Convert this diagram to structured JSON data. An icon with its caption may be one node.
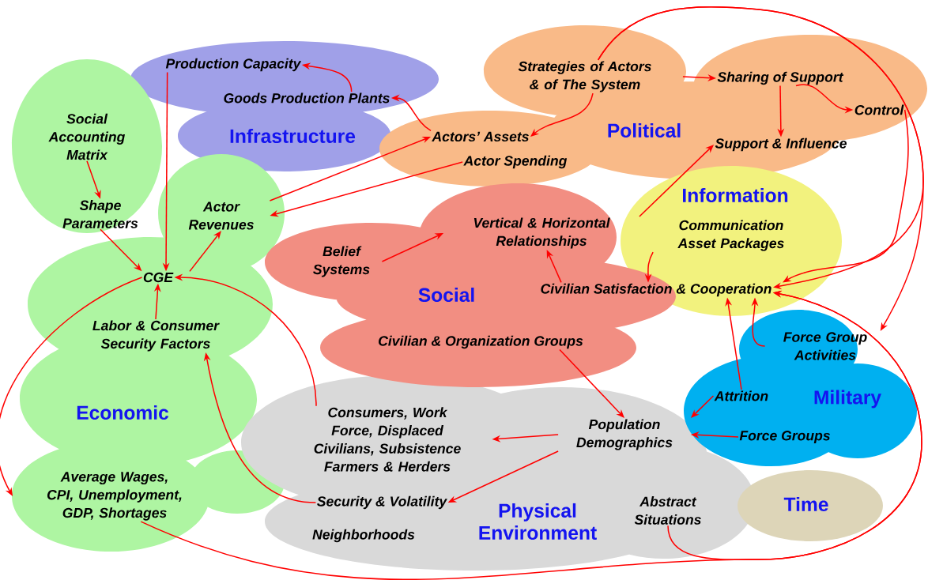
{
  "diagram": {
    "nodes": [
      {
        "text": [
          "Economic"
        ]
      },
      {
        "text": [
          "Social Accounting Matrix"
        ],
        "in": 0
      },
      {
        "text": [
          "Shape Parameters"
        ],
        "in": 0
      },
      {
        "text": [
          "Actor Revenues"
        ],
        "in": 0
      },
      {
        "text": [
          "CGE"
        ],
        "in": 0
      },
      {
        "text": [
          "Labor & Consumer Security Factors"
        ],
        "in": 0
      },
      {
        "text": [
          "Average Wages, CPI, Unemployment, GDP, Shortages"
        ],
        "in": 0
      },
      {
        "text": [
          "Infrastructure"
        ]
      },
      {
        "text": [
          "Production Capacity"
        ],
        "in": 7
      },
      {
        "text": [
          "Goods Production Plants"
        ],
        "in": 7
      },
      {
        "text": [
          "Political"
        ]
      },
      {
        "text": [
          "Strategies of Actors & of The System"
        ],
        "in": 10
      },
      {
        "text": [
          "Sharing of Support"
        ],
        "in": 10
      },
      {
        "text": [
          "Control"
        ],
        "in": 10
      },
      {
        "text": [
          "Actors’ Assets"
        ],
        "in": 10
      },
      {
        "text": [
          "Actor Spending"
        ],
        "in": 10
      },
      {
        "text": [
          "Support & Influence"
        ],
        "in": 10
      },
      {
        "text": [
          "Information"
        ]
      },
      {
        "text": [
          "Communication Asset Packages"
        ],
        "in": 17
      },
      {
        "text": [
          "Civilian Satisfaction & Cooperation"
        ]
      },
      {
        "text": [
          "Social"
        ]
      },
      {
        "text": [
          "Belief Systems"
        ],
        "in": 20
      },
      {
        "text": [
          "Vertical & Horizontal Relationships"
        ],
        "in": 20
      },
      {
        "text": [
          "Civilian & Organization Groups"
        ],
        "in": 20
      },
      {
        "text": [
          "Military"
        ]
      },
      {
        "text": [
          "Force Group Activities"
        ],
        "in": 24
      },
      {
        "text": [
          "Attrition"
        ],
        "in": 24
      },
      {
        "text": [
          "Force Groups"
        ],
        "in": 24
      },
      {
        "text": [
          "Physical Environment"
        ]
      },
      {
        "text": [
          "Consumers, Work Force, Displaced Civilians, Subsistence Farmers & Herders"
        ],
        "in": 28
      },
      {
        "text": [
          "Population Demographics"
        ],
        "in": 28
      },
      {
        "text": [
          "Security & Volatility"
        ],
        "in": 28
      },
      {
        "text": [
          "Neighborhoods"
        ],
        "in": 28
      },
      {
        "text": [
          "Abstract Situations"
        ],
        "in": 28
      },
      {
        "text": [
          "Time"
        ]
      }
    ],
    "edges": [
      {
        "from": 9,
        "to": 8,
        "arrow": "to"
      },
      {
        "from": 8,
        "to": 4,
        "arrow": "to"
      },
      {
        "from": 1,
        "to": 2,
        "arrow": "to"
      },
      {
        "from": 2,
        "to": 4,
        "arrow": "to"
      },
      {
        "from": 4,
        "to": 3,
        "arrow": "to"
      },
      {
        "from": 3,
        "to": 14,
        "arrow": "to"
      },
      {
        "from": 15,
        "to": 3,
        "arrow": "to"
      },
      {
        "from": 14,
        "to": 9,
        "arrow": "to"
      },
      {
        "from": 5,
        "to": 4,
        "arrow": "to"
      },
      {
        "from": 29,
        "to": 4,
        "arrow": "to"
      },
      {
        "from": 31,
        "to": 5,
        "arrow": "to"
      },
      {
        "from": 4,
        "to": 6,
        "arrow": "to"
      },
      {
        "from": 6,
        "to": 19,
        "arrow": "to"
      },
      {
        "from": 33,
        "to": 19,
        "arrow": "to"
      },
      {
        "from": 11,
        "to": 12,
        "arrow": "to"
      },
      {
        "from": 11,
        "to": 14,
        "arrow": "to"
      },
      {
        "from": 11,
        "to": 19,
        "arrow": "to"
      },
      {
        "from": 11,
        "to": 25,
        "arrow": "to"
      },
      {
        "from": 12,
        "to": 16,
        "arrow": "to"
      },
      {
        "from": 12,
        "to": 13,
        "arrow": "to"
      },
      {
        "from": 13,
        "to": 19,
        "arrow": "to"
      },
      {
        "from": 22,
        "to": 16,
        "arrow": "to"
      },
      {
        "from": 21,
        "to": 22,
        "arrow": "to"
      },
      {
        "from": 19,
        "to": 22,
        "arrow": "to"
      },
      {
        "from": 18,
        "to": 19,
        "arrow": "to"
      },
      {
        "from": 23,
        "to": 30,
        "arrow": "to"
      },
      {
        "from": 26,
        "to": 30,
        "arrow": "to"
      },
      {
        "from": 27,
        "to": 30,
        "arrow": "to"
      },
      {
        "from": 26,
        "to": 19,
        "arrow": "to"
      },
      {
        "from": 25,
        "to": 19,
        "arrow": "to"
      },
      {
        "from": 30,
        "to": 29,
        "arrow": "to"
      },
      {
        "from": 30,
        "to": 31,
        "arrow": "to"
      }
    ]
  }
}
